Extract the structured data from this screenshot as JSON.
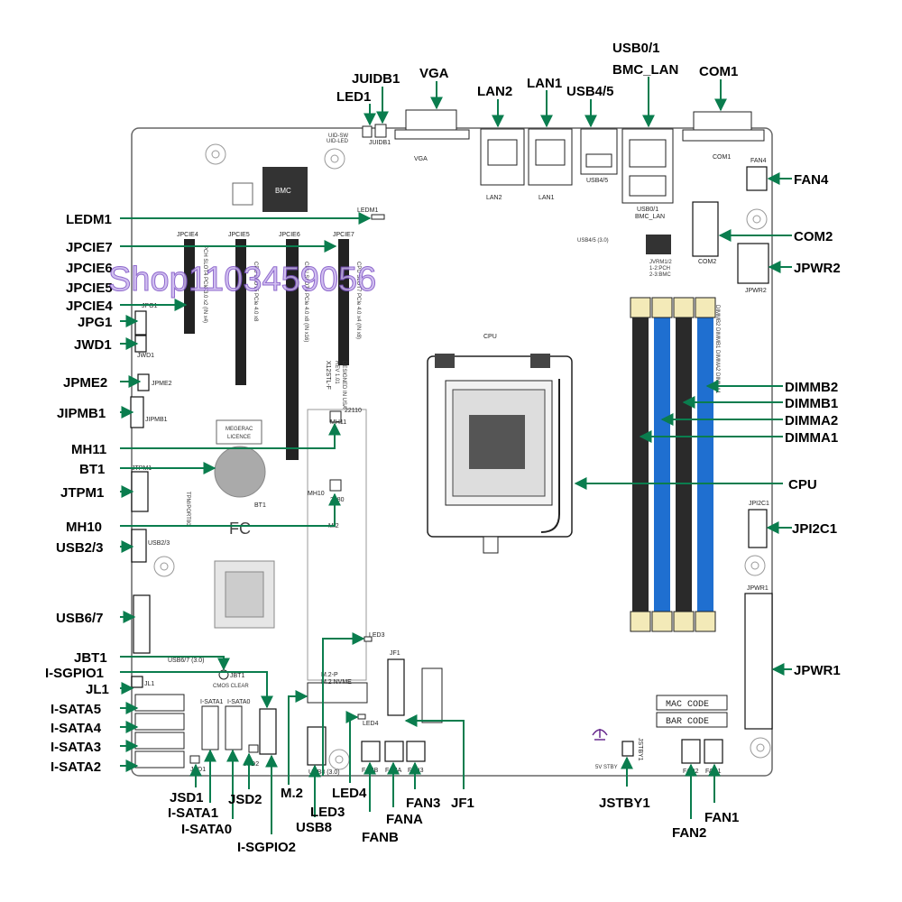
{
  "callouts": {
    "jidb1": "JUIDB1",
    "led1": "LED1",
    "vga": "VGA",
    "lan2": "LAN2",
    "lan1": "LAN1",
    "usb45": "USB4/5",
    "usb01": "USB0/1",
    "bmc_lan": "BMC_LAN",
    "com1": "COM1",
    "fan4": "FAN4",
    "ledm1": "LEDM1",
    "jpcie7": "JPCIE7",
    "jpcie6": "JPCIE6",
    "jpcie5": "JPCIE5",
    "jpcie4": "JPCIE4",
    "jpg1": "JPG1",
    "jwd1": "JWD1",
    "jpme2": "JPME2",
    "jipmb1": "JIPMB1",
    "mh11": "MH11",
    "bt1": "BT1",
    "jtpm1": "JTPM1",
    "mh10": "MH10",
    "usb23": "USB2/3",
    "usb67": "USB6/7",
    "jbt1": "JBT1",
    "isgpio1": "I-SGPIO1",
    "jl1": "JL1",
    "isata5": "I-SATA5",
    "isata4": "I-SATA4",
    "isata3": "I-SATA3",
    "isata2": "I-SATA2",
    "jsd1": "JSD1",
    "isata1": "I-SATA1",
    "isata0": "I-SATA0",
    "jsd2": "JSD2",
    "isgpio2": "I-SGPIO2",
    "m2": "M.2",
    "usb8": "USB8",
    "led3": "LED3",
    "led4": "LED4",
    "fanb": "FANB",
    "fana": "FANA",
    "fan3": "FAN3",
    "jf1": "JF1",
    "jstby1": "JSTBY1",
    "fan2": "FAN2",
    "fan1": "FAN1",
    "com2": "COM2",
    "jpwr2": "JPWR2",
    "dimmb2": "DIMMB2",
    "dimmb1": "DIMMB1",
    "dimma2": "DIMMA2",
    "dimma1": "DIMMA1",
    "cpu": "CPU",
    "jpi2c1": "JPI2C1",
    "jpwr1": "JPWR1"
  },
  "silkscreen": {
    "uid_sw": "UID-SW",
    "uid_led": "UID-LED",
    "juidb1": "JUIDB1",
    "vga": "VGA",
    "lan2": "LAN2",
    "lan1": "LAN1",
    "usb45": "USB4/5",
    "usb01": "USB0/1",
    "bmc_lan": "BMC_LAN",
    "com1": "COM1",
    "fan4": "FAN4",
    "bmc": "BMC",
    "ledm1": "LEDM1",
    "jpcie4": "JPCIE4",
    "jpcie5": "JPCIE5",
    "jpcie6": "JPCIE6",
    "jpcie7": "JPCIE7",
    "usb45_30": "USB4/5 (3.0)",
    "jvrm12": "JVRM1/2",
    "jvrm_12": "1-2:PCH",
    "jvrm_23": "2-3:BMC",
    "com2": "COM2",
    "jpwr2": "JPWR2",
    "cpu": "CPU",
    "dimms": "DIMMB2 DIMMB1 DIMMA2 DIMMA1",
    "jpg1": "JPG1",
    "jwd1": "JWD1",
    "jpme2": "JPME2",
    "jipmb1": "JIPMB1",
    "megerac": "MEGERAC",
    "licence": "LICENCE",
    "mh11": "MH11",
    "22110": "22110",
    "bt1": "BT1",
    "jtpm1": "JTPM1",
    "mh10": "MH10",
    "2280": "2280",
    "m2": "M.2",
    "usb23": "USB2/3",
    "jpi2c1": "JPI2C1",
    "jpwr1": "JPWR1",
    "usb67_30": "USB6/7 (3.0)",
    "led3": "LED3",
    "jf1": "JF1",
    "m2p": "M.2-P",
    "m2nvme": "M.2 NVME",
    "jl1": "JL1",
    "jbt1": "JBT1",
    "cmos_clear": "CMOS CLEAR",
    "isata1": "I-SATA1",
    "isata0": "I-SATA0",
    "led4": "LED4",
    "mac_code": "MAC CODE",
    "bar_code": "BAR CODE",
    "jstby1": "JSTBY1",
    "5v_stby": "5V STBY",
    "fanb": "FANB",
    "fana": "FANA",
    "fan3": "FAN3",
    "fan2": "FAN2",
    "fan1": "FAN1",
    "jsd1": "JSD1",
    "jsd2": "JSD2",
    "usb8_30": "USB8 (3.0)",
    "pcie7": "CPU SLOT7 PCIe 4.0 x4 (IN x8)",
    "pcie6": "CPU SLOT6 PCIe 4.0 x8 (IN x16)",
    "pcie5": "CPU SLOT5 PCIe 4.0 x8",
    "pcie4": "PCH SLOT4 PCIe 3.0 x2 (IN x4)",
    "model": "X12STL-F",
    "rev": "REV 1.01",
    "designed": "DESIGNED IN USA",
    "tpm": "TPM/PORT80",
    "fcc": "FC"
  },
  "watermark": "Shop1103459056",
  "colors": {
    "leader": "#0a7d4e",
    "dimm_blue": "#1f6fd0",
    "dimm_black": "#2a2a2a",
    "board_border": "#666666"
  }
}
